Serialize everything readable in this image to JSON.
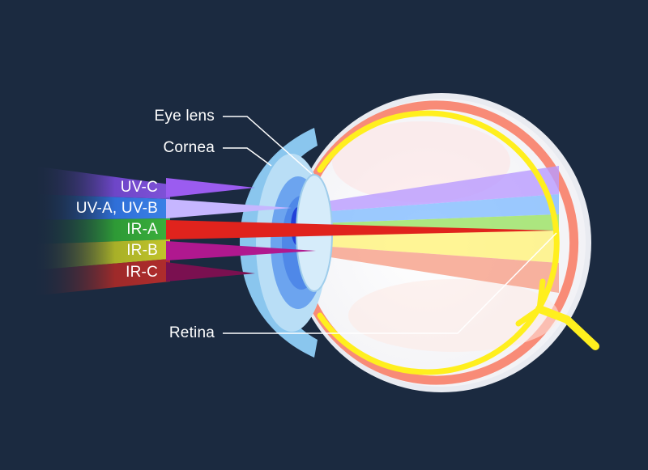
{
  "labels": {
    "eye_lens": "Eye lens",
    "cornea": "Cornea",
    "retina": "Retina"
  },
  "bands": [
    {
      "label": "UV-C",
      "color": "#9b5cf0"
    },
    {
      "label": "UV-A, UV-B",
      "color": "#c6b6ff"
    },
    {
      "label": "IR-A",
      "color": "#e0231d"
    },
    {
      "label": "IR-B",
      "color": "#b0188f"
    },
    {
      "label": "IR-C",
      "color": "#7a1050"
    }
  ],
  "colors": {
    "background": "#1b2a40",
    "eyeball": "#f1f1f5",
    "sclera_ring": "#f88b77",
    "retina": "#ffef1e",
    "cornea": "#8ac6ee",
    "iris": "#4f88e8",
    "pupil": "#2240d8",
    "lens": "#d6ecfa"
  }
}
